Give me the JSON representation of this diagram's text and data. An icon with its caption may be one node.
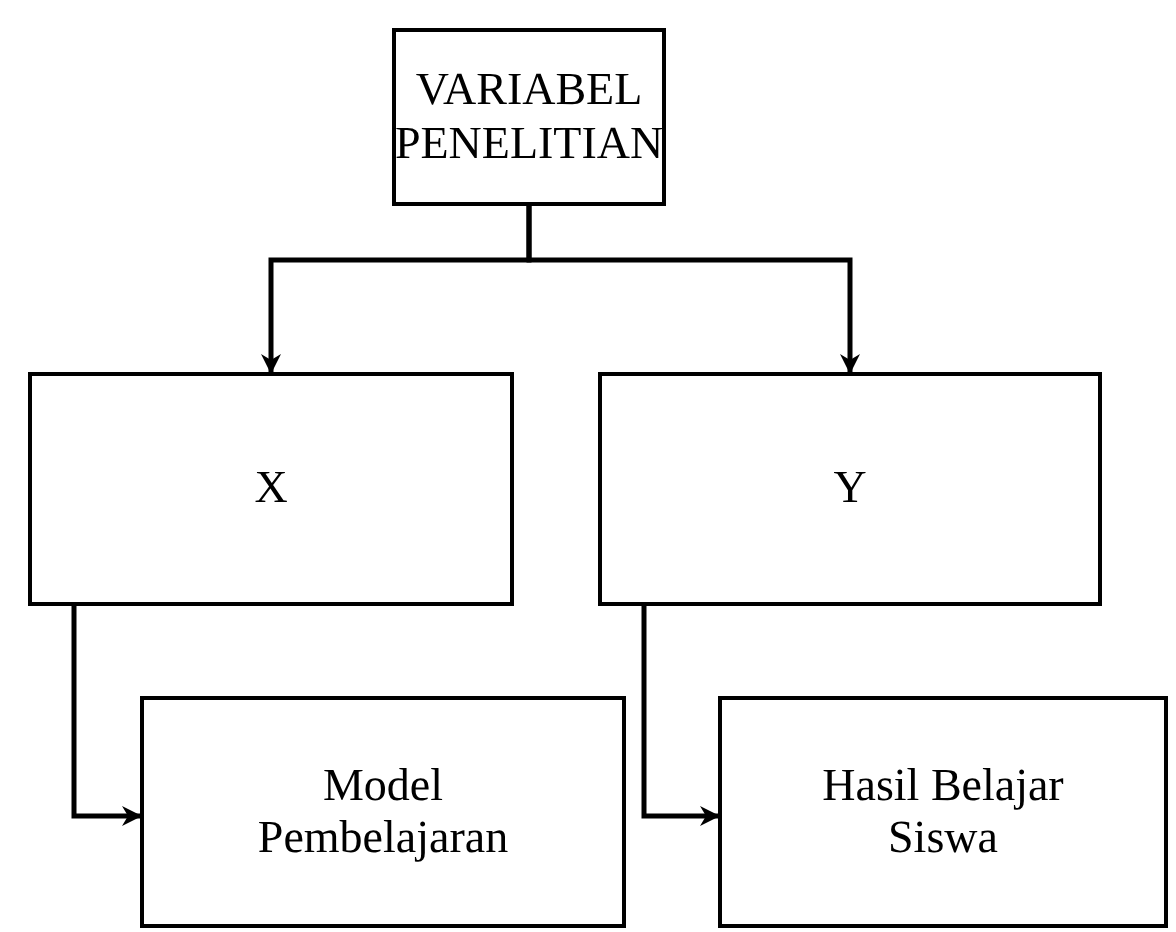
{
  "diagram": {
    "nodes": [
      {
        "text": [
          "VARIABEL PENELITIAN"
        ]
      },
      {
        "text": [
          "X"
        ]
      },
      {
        "text": [
          "Y"
        ]
      },
      {
        "text": [
          "Model Pembelajaran"
        ]
      },
      {
        "text": [
          "Hasil Belajar Siswa"
        ]
      }
    ],
    "edges": [
      {
        "from": 0,
        "to": 1,
        "arrow": "to"
      },
      {
        "from": 0,
        "to": 2,
        "arrow": "to"
      },
      {
        "from": 1,
        "to": 3,
        "arrow": "to"
      },
      {
        "from": 2,
        "to": 4,
        "arrow": "to"
      }
    ]
  }
}
